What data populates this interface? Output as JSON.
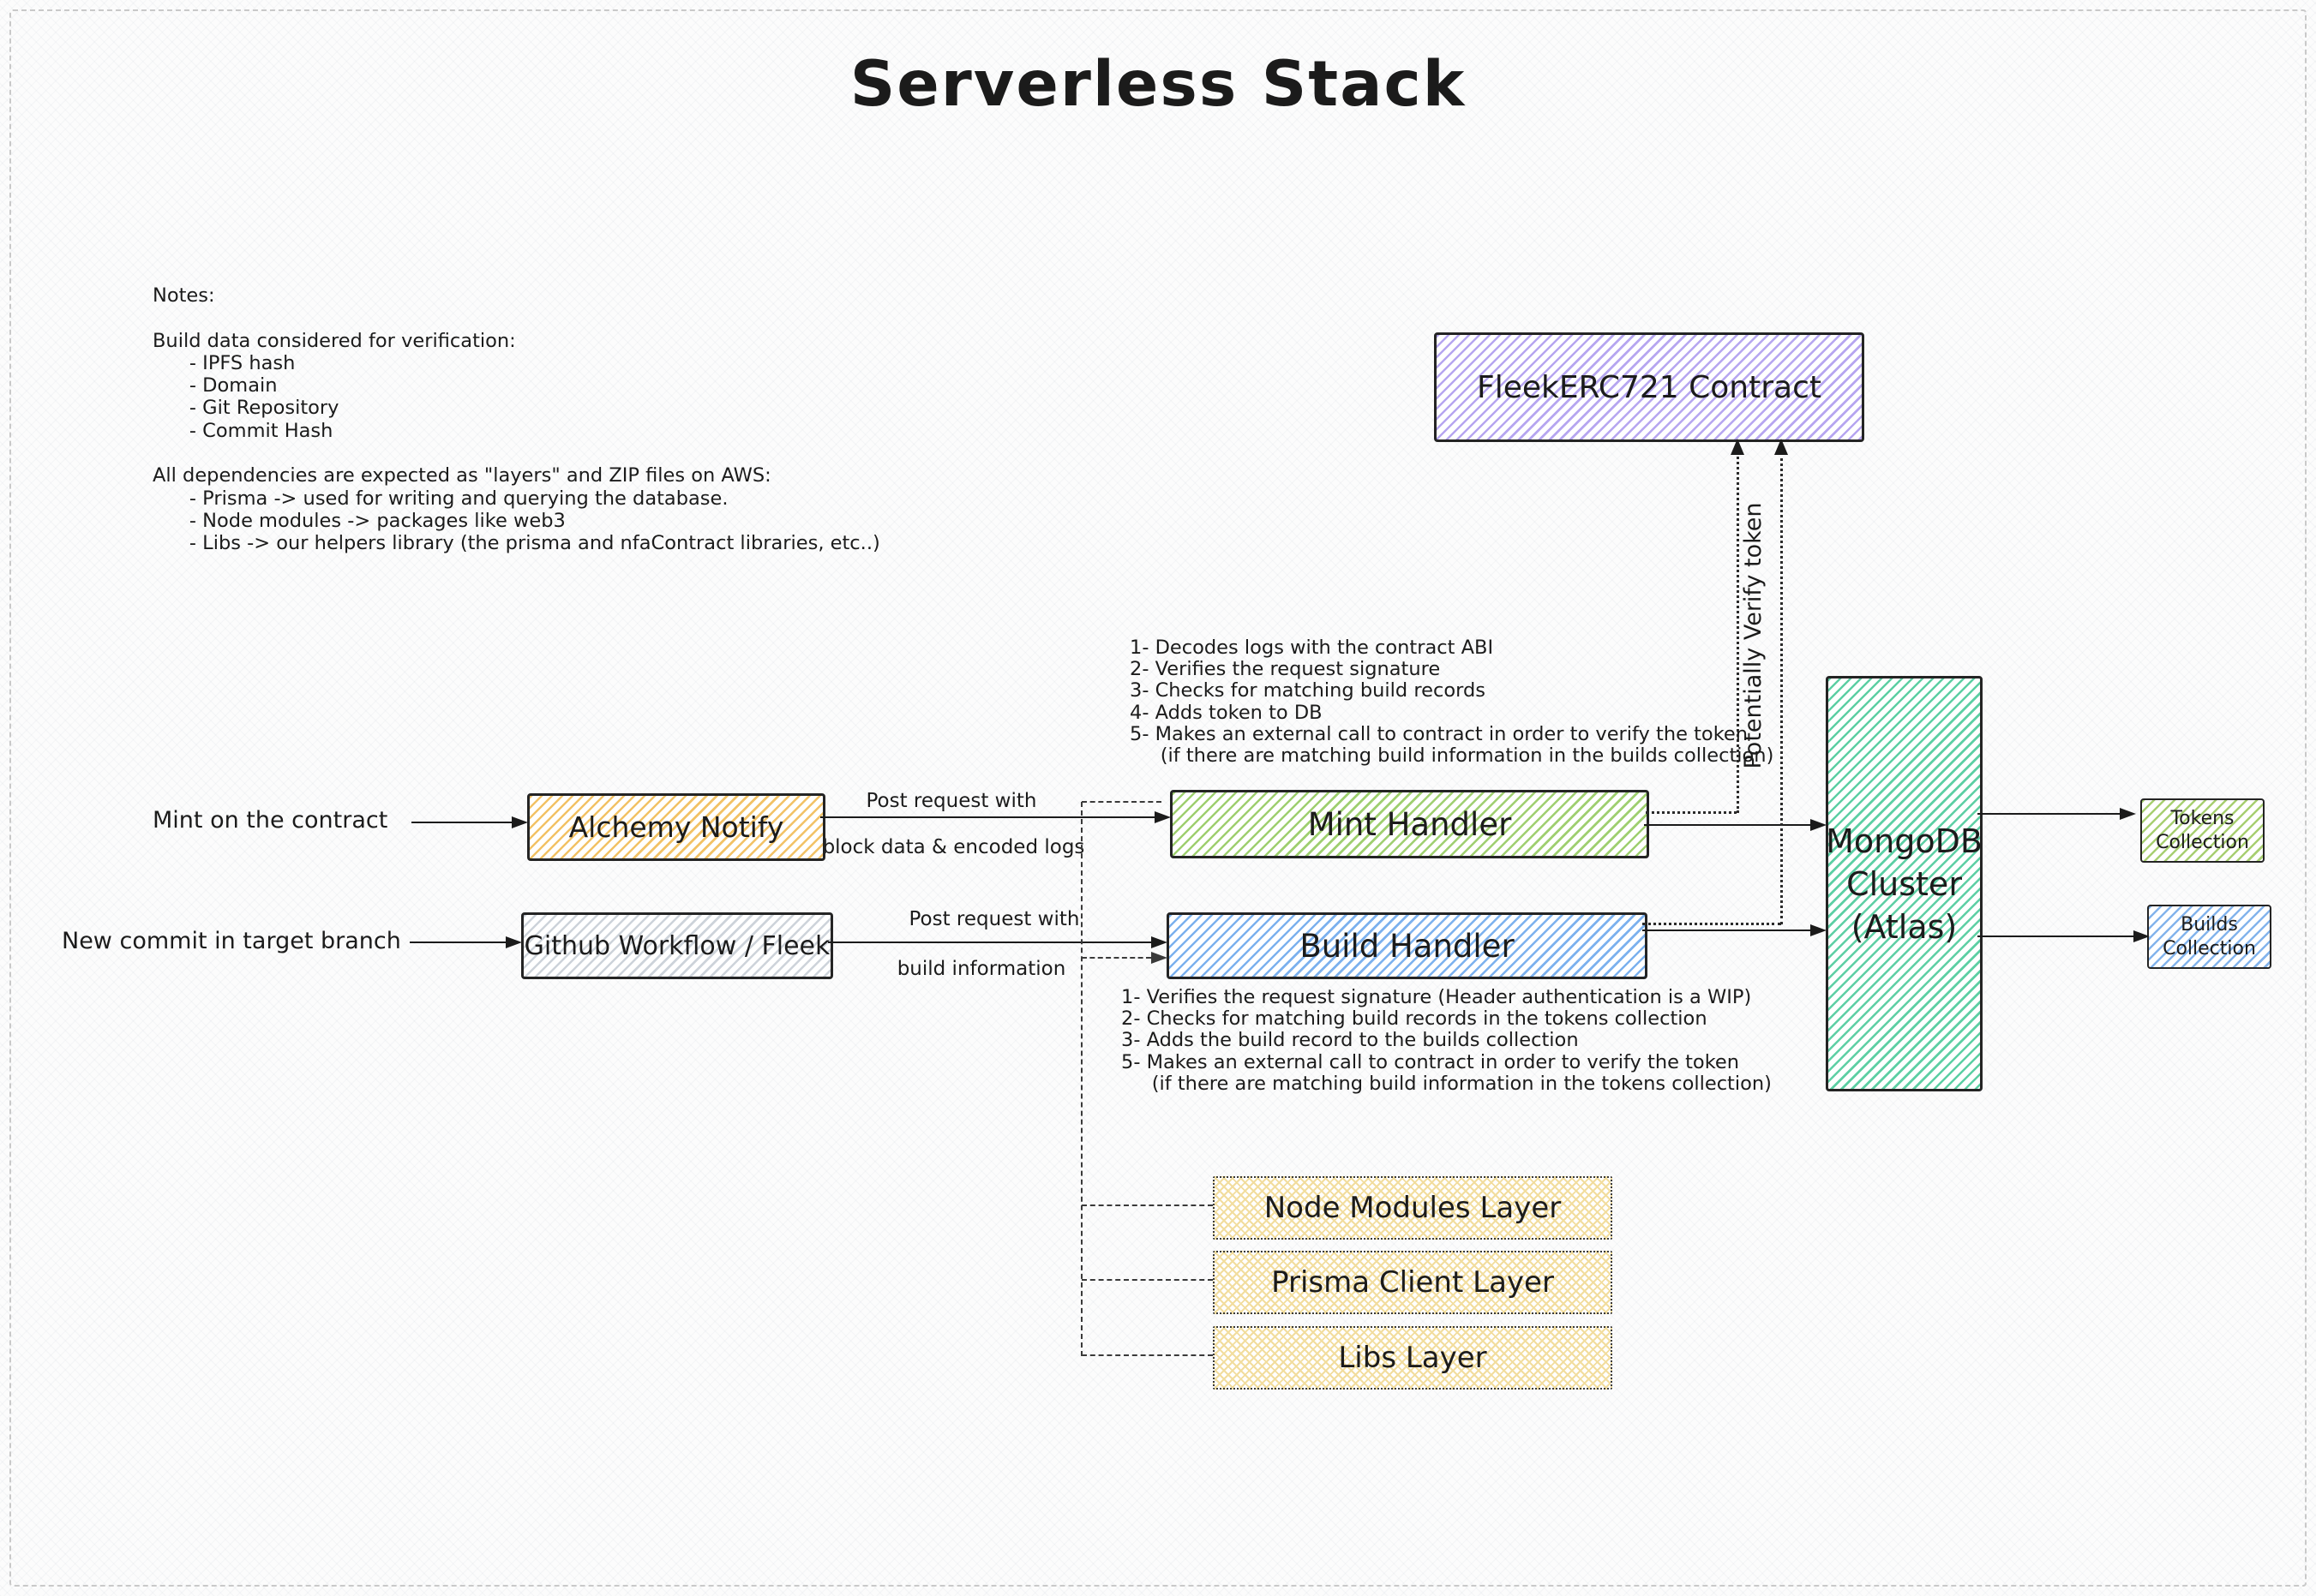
{
  "title": "Serverless Stack",
  "notes": "Notes:\n\nBuild data considered for verification:\n      - IPFS hash\n      - Domain\n      - Git Repository\n      - Commit Hash\n\nAll dependencies are expected as \"layers\" and ZIP files on AWS:\n      - Prisma -> used for writing and querying the database.\n      - Node modules -> packages like web3\n      - Libs -> our helpers library (the prisma and nfaContract libraries, etc..)",
  "labels": {
    "mint_trigger": "Mint on the contract",
    "commit_trigger": "New commit in target branch",
    "mint_request_line1": "Post request with",
    "mint_request_line2": "block data & encoded logs",
    "build_request_line1": "Post request with",
    "build_request_line2": "build information",
    "verify_token": "Potentially Verify token"
  },
  "mint_handler_steps": "1- Decodes logs with the contract ABI\n2- Verifies the request signature\n3- Checks for matching build records\n4- Adds token to DB\n5- Makes an external call to contract in order to verify the token\n     (if there are matching build information in the builds collection)",
  "build_handler_steps": "1- Verifies the request signature (Header authentication is a WIP)\n2- Checks for matching build records in the tokens collection\n3- Adds the build record to the builds collection\n5- Makes an external call to contract in order to verify the token\n     (if there are matching build information in the tokens collection)",
  "nodes": {
    "alchemy": {
      "label": "Alchemy Notify",
      "color": "#f2c266"
    },
    "github": {
      "label": "Github Workflow / Fleek",
      "color": "#cdd3da"
    },
    "mint_handler": {
      "label": "Mint Handler",
      "color": "#9fcf70"
    },
    "build_handler": {
      "label": "Build Handler",
      "color": "#7cb1ee"
    },
    "contract": {
      "label": "FleekERC721 Contract",
      "color": "#b6a6f0"
    },
    "mongodb": {
      "label": "MongoDB\nCluster\n(Atlas)",
      "color": "#5dcfa4"
    },
    "tokens_collection": {
      "label": "Tokens\nCollection",
      "color": "#a8cf72"
    },
    "builds_collection": {
      "label": "Builds\nCollection",
      "color": "#84b4ec"
    },
    "node_modules_layer": {
      "label": "Node Modules Layer",
      "color": "#f2dd9e"
    },
    "prisma_layer": {
      "label": "Prisma Client Layer",
      "color": "#f2dd9e"
    },
    "libs_layer": {
      "label": "Libs Layer",
      "color": "#f2dd9e"
    }
  },
  "colors": {
    "ink": "#1b1b1b",
    "frame_border": "#c9c9c9",
    "background": "#fcfcfc"
  }
}
